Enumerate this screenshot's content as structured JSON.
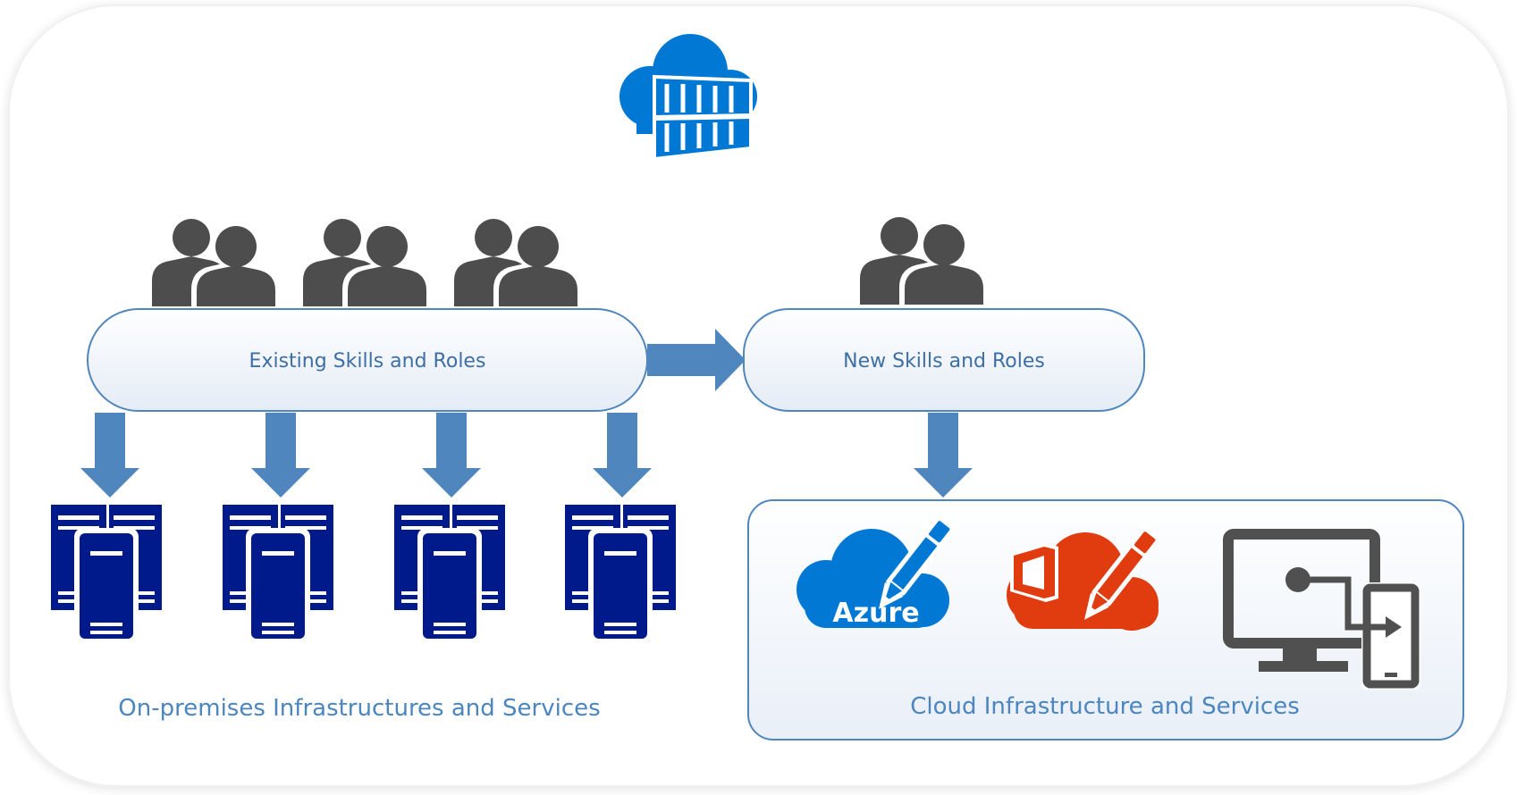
{
  "diagram": {
    "existing_label": "Existing Skills and Roles",
    "new_label": "New Skills and Roles",
    "onprem_label": "On-premises Infrastructures and Services",
    "cloud_label": "Cloud Infrastructure and Services",
    "azure_logo_text": "Azure"
  },
  "icons": {
    "top": "cloud-datacenter-icon",
    "people": "people-group-icon",
    "server": "server-rack-icon",
    "azure": "azure-cloud-edit-icon",
    "office": "office-cloud-edit-icon",
    "devices": "remote-desktop-devices-icon"
  },
  "colors": {
    "people": "#4d4d4d",
    "server": "#001a8c",
    "arrow": "#4f86bd",
    "pill_border": "#4f86bd",
    "azure": "#0078d4",
    "office": "#e03c10",
    "device": "#505050",
    "label": "#4b86c0"
  }
}
